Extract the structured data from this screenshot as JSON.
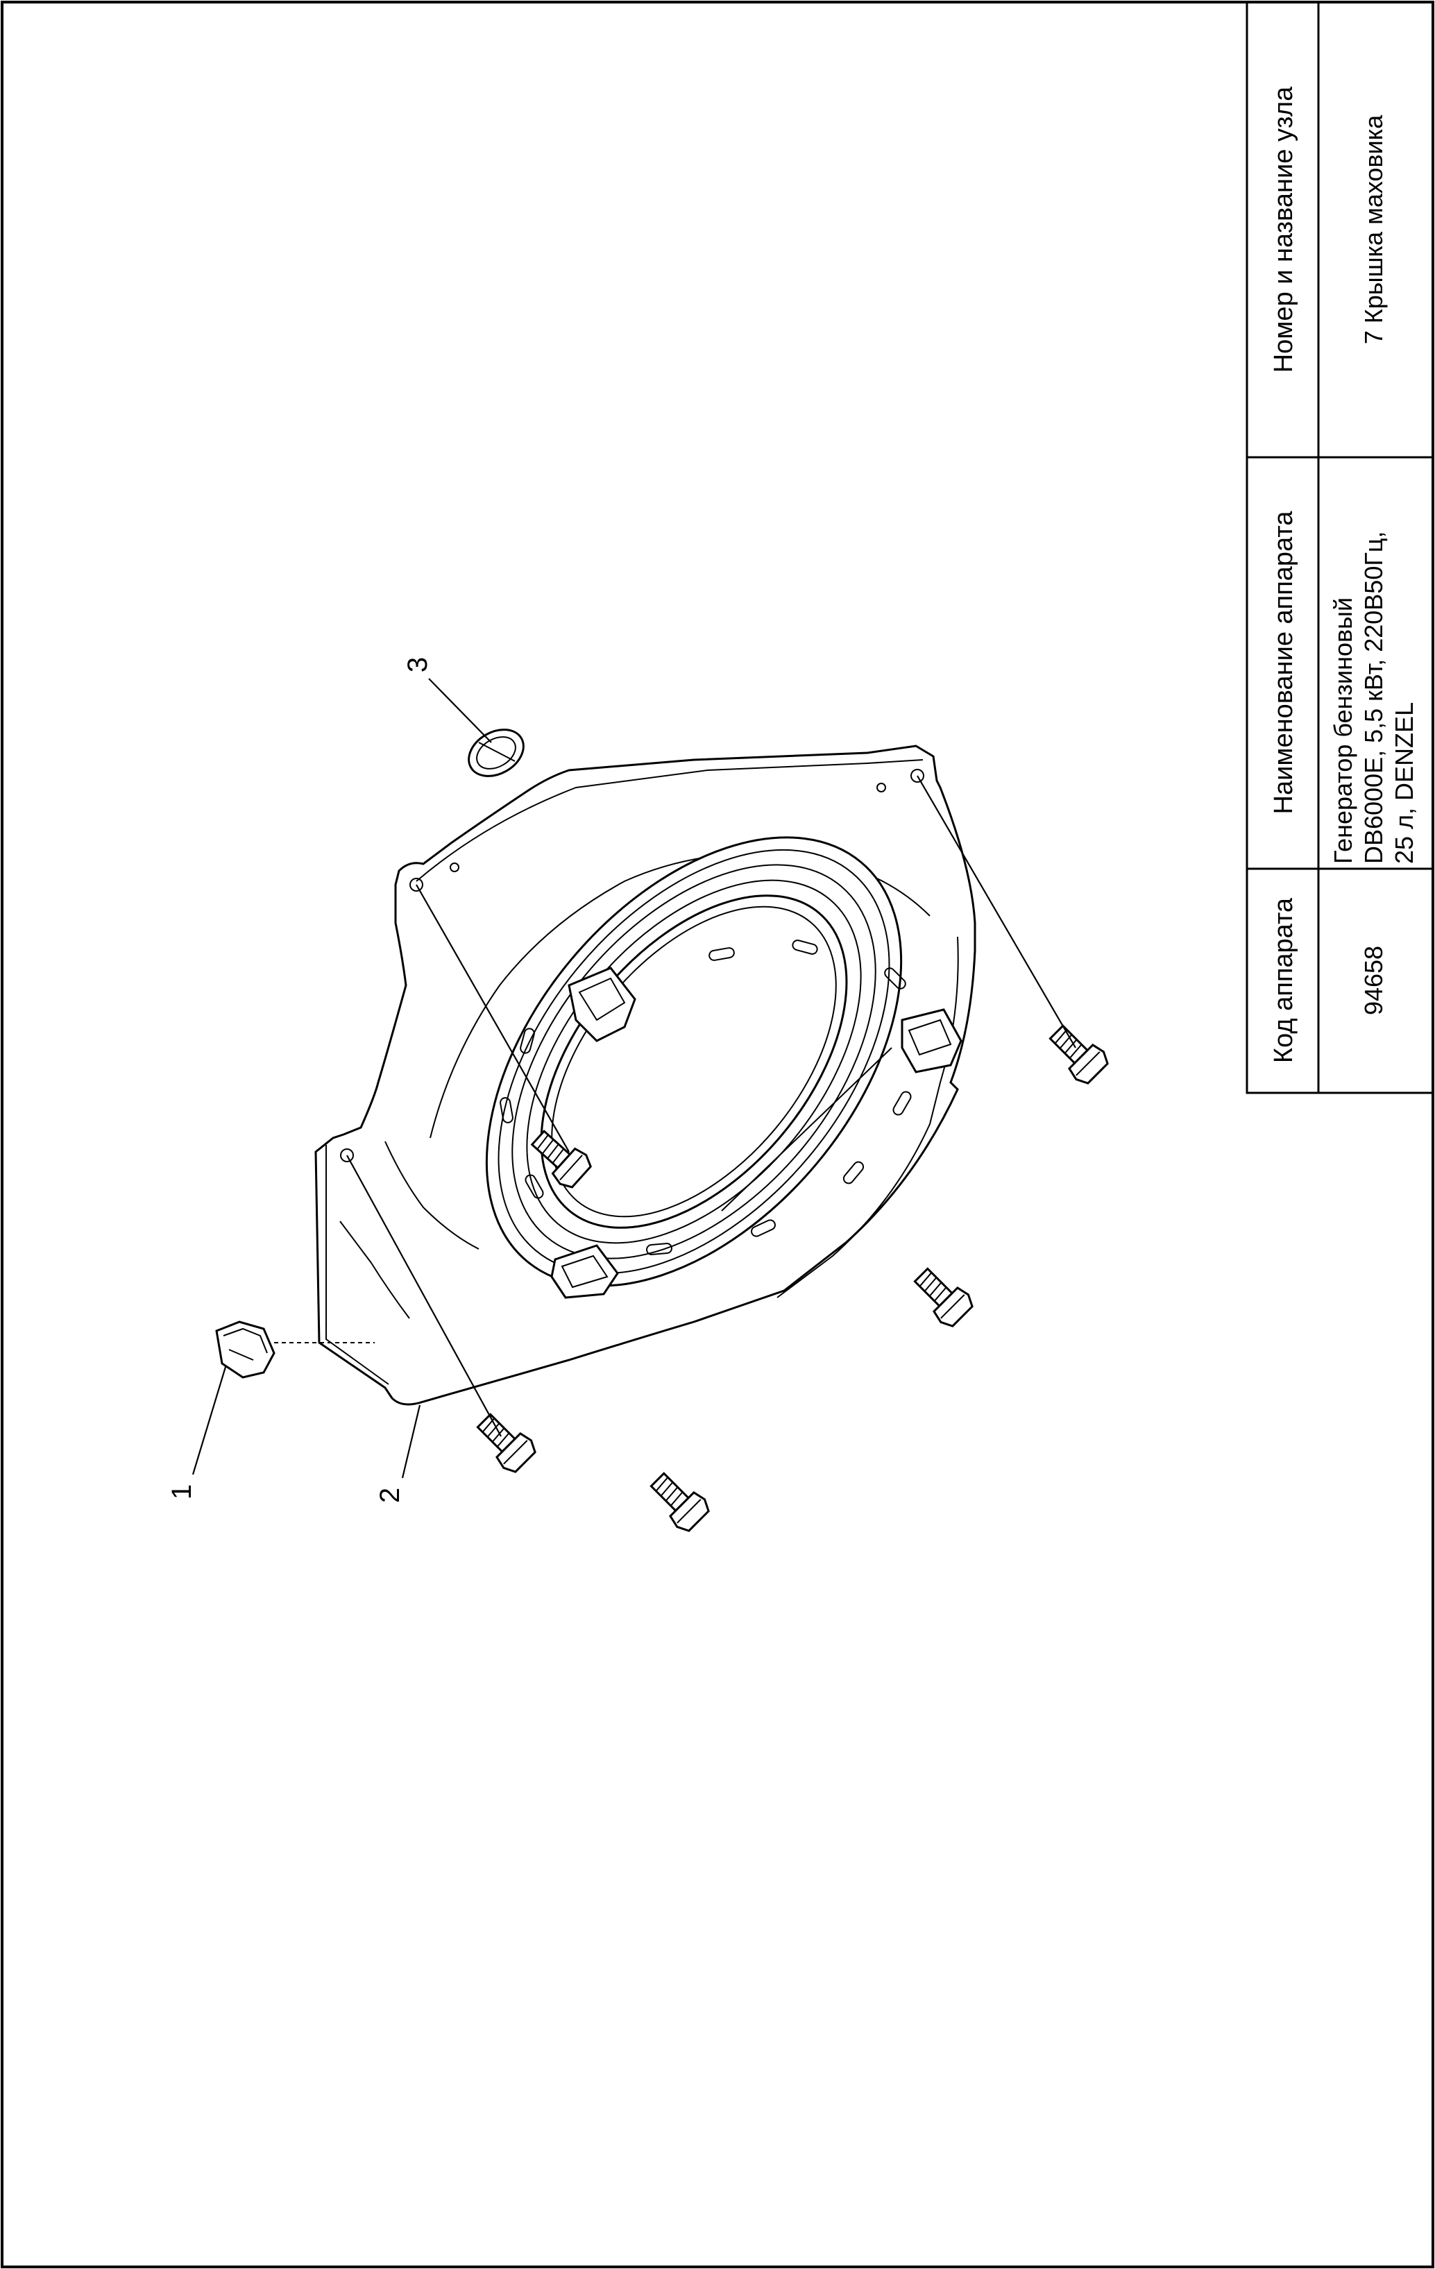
{
  "title_block": {
    "col_code": {
      "header": "Код аппарата",
      "value": "94658"
    },
    "col_name": {
      "header": "Наименование аппарата",
      "lines": [
        "Генератор бензиновый",
        "DB6000E, 5,5 кВт, 220В50Гц,",
        "25 л, DENZEL"
      ]
    },
    "col_assembly": {
      "header": "Номер и название узла",
      "value": "7 Крышка маховика"
    }
  },
  "callouts": [
    "1",
    "2",
    "3"
  ],
  "parts": [
    {
      "number": "1",
      "name": "clip"
    },
    {
      "number": "2",
      "name": "flywheel-cover"
    },
    {
      "number": "3",
      "name": "plug"
    }
  ]
}
